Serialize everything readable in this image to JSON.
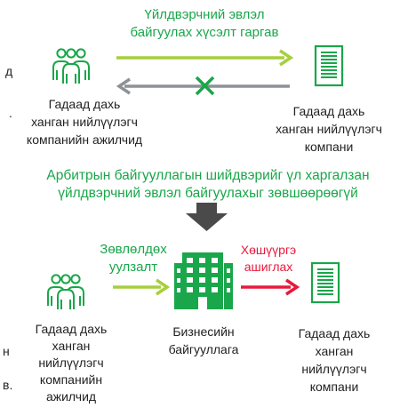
{
  "colors": {
    "green": "#1aa64a",
    "light_green": "#a6cf3c",
    "gray_arrow": "#8e9196",
    "red": "#e8193c",
    "dark_arrow": "#4a4a4a"
  },
  "icons": {
    "people": "people-group-icon",
    "document": "document-icon",
    "building": "building-icon",
    "cross": "x-mark-icon"
  },
  "edge_fragments": [
    "д",
    ".",
    "н",
    "в."
  ],
  "top": {
    "arrow_label": [
      "Үйлдвэрчний эвлэл",
      "байгуулах хүсэлт гаргав"
    ],
    "left_label": [
      "Гадаад дахь",
      "ханган нийлүүлэгч",
      "компанийн ажилчид"
    ],
    "right_label": [
      "Гадаад дахь",
      "ханган нийлүүлэгч",
      "компани"
    ]
  },
  "middle": {
    "caption": [
      "Арбитрын байгууллагын шийдвэрийг үл харгалзан",
      "үйлдвэрчний эвлэл байгуулахыг зөвшөөрөөгүй"
    ]
  },
  "bottom": {
    "consult_label": [
      "Зөвлөлдөх",
      "уулзалт"
    ],
    "pressure_label": [
      "Хөшүүргэ",
      "ашиглах"
    ],
    "left_label": [
      "Гадаад дахь",
      "ханган",
      "нийлүүлэгч",
      "компанийн",
      "ажилчид"
    ],
    "center_label": [
      "Бизнесийн",
      "байгууллага"
    ],
    "right_label": [
      "Гадаад дахь",
      "ханган",
      "нийлүүлэгч",
      "компани"
    ]
  }
}
